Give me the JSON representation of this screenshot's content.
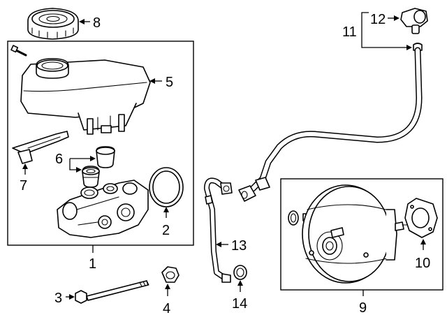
{
  "callouts": {
    "c1": "1",
    "c2": "2",
    "c3": "3",
    "c4": "4",
    "c5": "5",
    "c6": "6",
    "c7": "7",
    "c8": "8",
    "c9": "9",
    "c10": "10",
    "c11": "11",
    "c12": "12",
    "c13": "13",
    "c14": "14"
  },
  "colors": {
    "line": "#000000",
    "background": "#ffffff"
  }
}
